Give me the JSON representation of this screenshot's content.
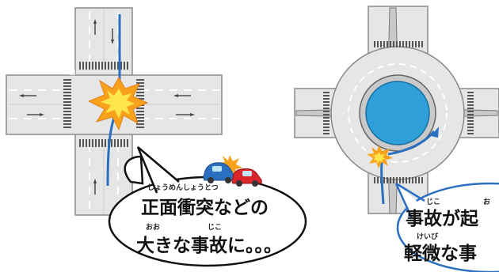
{
  "left_bubble": {
    "line1_ruby": "しょうめんしょうとつ",
    "line1": "正面衝突などの",
    "line2_ruby_a": "おお",
    "line2_ruby_b": "じこ",
    "line2": "大きな事故に。。。"
  },
  "right_bubble": {
    "line1_ruby_a": "じこ",
    "line1_ruby_b": "お",
    "line1": "事故が起",
    "line2_ruby": "けいび",
    "line2": "軽微な事"
  },
  "colors": {
    "road": "#e6e6e6",
    "road_edge": "#8a8a8a",
    "curb": "#9a9a9a",
    "arrow": "#2a6fc0",
    "pond": "#2e9fd8",
    "explosion": "#f7a21a",
    "explosion_core": "#ffe64a"
  },
  "icons": [
    "collision-icon",
    "car-blue-icon",
    "car-red-icon"
  ]
}
